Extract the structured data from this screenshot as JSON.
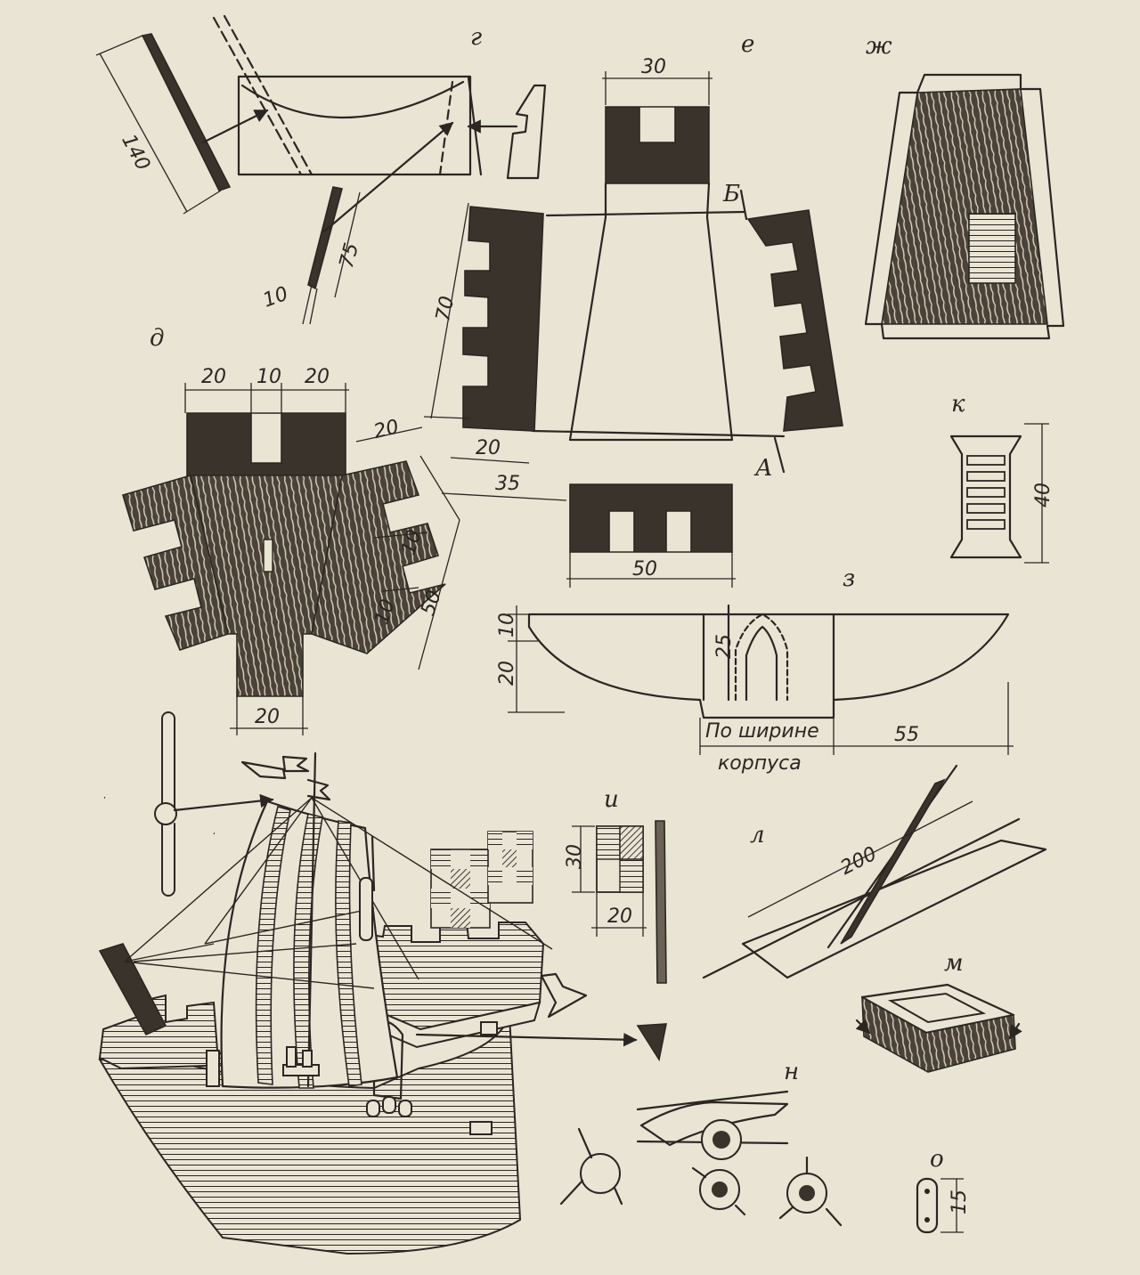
{
  "panel_letters": {
    "g": "г",
    "d": "д",
    "e": "е",
    "zh": "ж",
    "z": "з",
    "i": "и",
    "k": "к",
    "l": "л",
    "m": "м",
    "n": "н",
    "o": "о"
  },
  "markers": {
    "a": "А",
    "b": "Б"
  },
  "dims": {
    "g_strip": "140",
    "g_small_len": "75",
    "g_small_w": "10",
    "d_top_left": "20",
    "d_top_mid": "10",
    "d_top_right": "20",
    "d_side_w": "20",
    "d_side_h": "50",
    "d_tooth_1": "10",
    "d_tooth_2": "10",
    "d_bottom": "20",
    "e_top": "30",
    "e_height": "70",
    "e_side_20": "20",
    "e_side_35": "35",
    "e_bottom": "50",
    "z_10": "10",
    "z_20": "20",
    "z_25": "25",
    "z_55": "55",
    "z_caption_1": "По ширине",
    "z_caption_2": "корпуса",
    "i_h": "30",
    "i_w": "20",
    "k_h": "40",
    "l_len": "200",
    "o_h": "15"
  }
}
